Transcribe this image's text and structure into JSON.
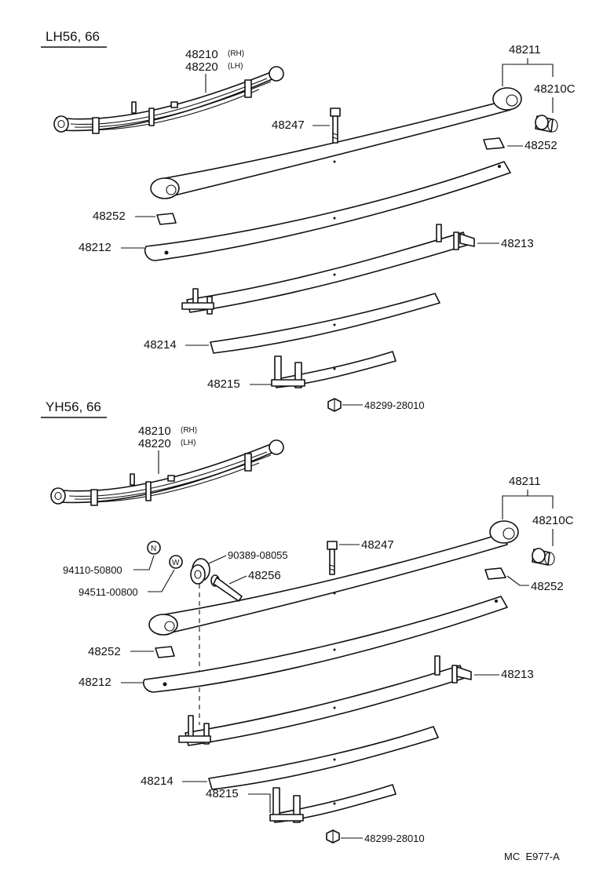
{
  "sections": [
    {
      "title": "LH56, 66",
      "labels": {
        "spring_assy": "48210",
        "spring_assy_rh": "(RH)",
        "spring_assy_alt": "48220",
        "spring_assy_lh": "(LH)",
        "leaf_no1": "48211",
        "bushing": "48210C",
        "center_bolt": "48247",
        "insert_upper": "48252",
        "insert_lower": "48252",
        "leaf_no2": "48212",
        "leaf_no3": "48213",
        "leaf_no4": "48214",
        "leaf_no5": "48215",
        "nut": "48299-28010"
      }
    },
    {
      "title": "YH56, 66",
      "labels": {
        "spring_assy": "48210",
        "spring_assy_rh": "(RH)",
        "spring_assy_alt": "48220",
        "spring_assy_lh": "(LH)",
        "leaf_no1": "48211",
        "bushing": "48210C",
        "center_bolt": "48247",
        "insert_upper": "48252",
        "insert_lower": "48252",
        "leaf_no2": "48212",
        "leaf_no3": "48213",
        "leaf_no4": "48214",
        "leaf_no5": "48215",
        "nut": "48299-28010",
        "spacer": "90389-08055",
        "clip_bolt": "48256",
        "nut_callout": "94110-50800",
        "washer_callout": "94511-00800",
        "nut_symbol": "N",
        "washer_symbol": "W"
      }
    }
  ],
  "footer_code": "MC  E977-A"
}
